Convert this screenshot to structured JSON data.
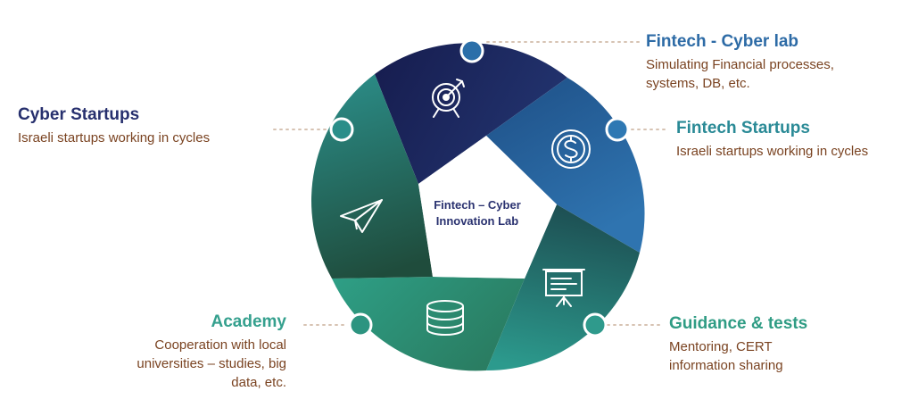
{
  "center": {
    "lines": [
      "Fintech – Cyber",
      "Innovation Lab"
    ]
  },
  "colors": {
    "fintech_cyber_lab": "#2d6ba6",
    "fintech_startups": "#2a8a96",
    "guidance_tests": "#2f9c84",
    "academy": "#35a08e",
    "cyber_startups": "#27306e",
    "description": "#7a4321",
    "center_text": "#2a3270",
    "connector_dots": "#d7c3b3"
  },
  "segments": [
    {
      "id": "fintech_cyber_lab",
      "icon": "target-icon",
      "title": "Fintech - Cyber lab",
      "description": [
        "Simulating Financial processes,",
        "systems, DB, etc."
      ]
    },
    {
      "id": "fintech_startups",
      "icon": "dollar-coin-icon",
      "title": "Fintech Startups",
      "description": [
        "Israeli startups working in cycles"
      ]
    },
    {
      "id": "guidance_tests",
      "icon": "presentation-board-icon",
      "title": "Guidance & tests",
      "description": [
        "Mentoring, CERT",
        "information sharing"
      ]
    },
    {
      "id": "academy",
      "icon": "database-icon",
      "title": "Academy",
      "description": [
        "Cooperation with local",
        "universities – studies, big",
        "data, etc."
      ]
    },
    {
      "id": "cyber_startups",
      "icon": "paper-plane-icon",
      "title": "Cyber Startups",
      "description": [
        "Israeli startups working in cycles"
      ]
    }
  ]
}
